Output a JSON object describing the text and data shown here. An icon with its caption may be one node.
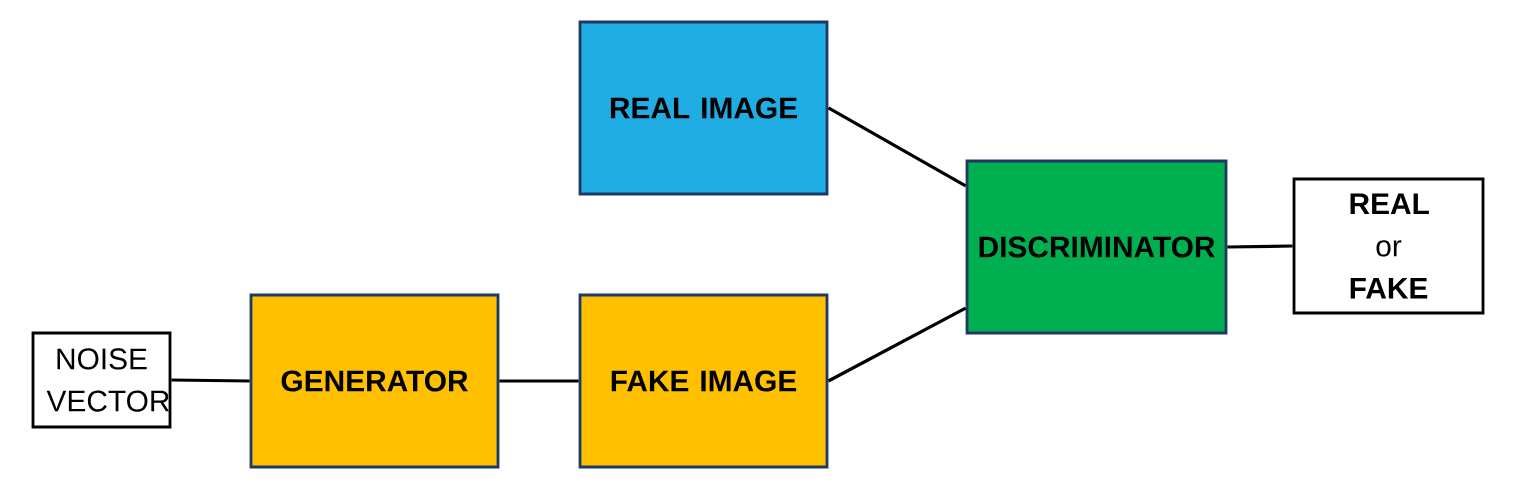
{
  "diagram": {
    "nodes": [
      {
        "text": [
          "REAL IMAGE"
        ]
      },
      {
        "text": [
          "NOISE VECTOR"
        ]
      },
      {
        "text": [
          "GENERATOR"
        ]
      },
      {
        "text": [
          "FAKE IMAGE"
        ]
      },
      {
        "text": [
          "DISCRIMINATOR"
        ]
      },
      {
        "text": [
          "**REAL** or **FAKE**"
        ]
      }
    ],
    "edges": [
      {
        "from": 1,
        "to": 2,
        "arrow": "none"
      },
      {
        "from": 2,
        "to": 3,
        "arrow": "none"
      },
      {
        "from": 0,
        "to": 4,
        "arrow": "none"
      },
      {
        "from": 3,
        "to": 4,
        "arrow": "none"
      },
      {
        "from": 4,
        "to": 5,
        "arrow": "none"
      }
    ]
  }
}
